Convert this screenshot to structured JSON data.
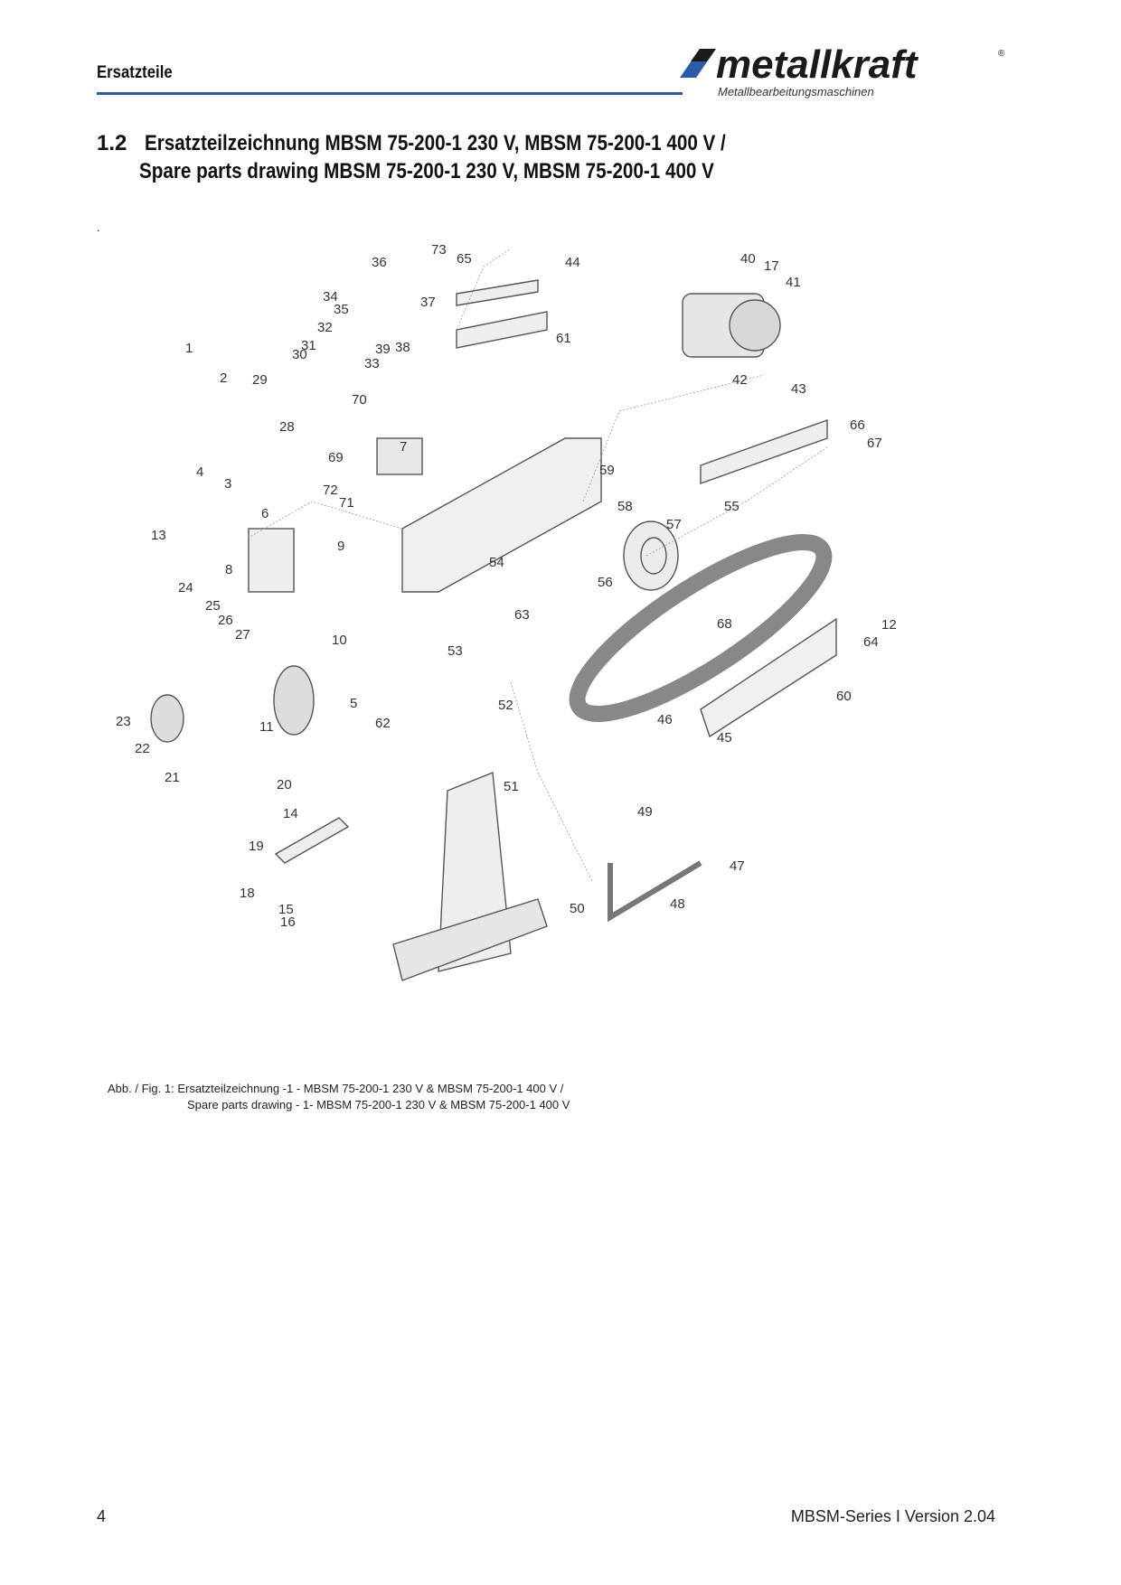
{
  "header": {
    "title": "Ersatzteile",
    "logo_text": "metallkraft",
    "logo_tagline": "Metallbearbeitungsmaschinen",
    "logo_mark": "®",
    "accent_color": "#2b5cab"
  },
  "section": {
    "number": "1.2",
    "title_line1": "Ersatzteilzeichnung MBSM 75-200-1 230 V, MBSM 75-200-1 400 V /",
    "title_line2": "Spare parts drawing MBSM 75-200-1 230 V, MBSM 75-200-1 400 V"
  },
  "stray_mark": ".",
  "drawing": {
    "labels": [
      "1",
      "2",
      "3",
      "4",
      "5",
      "6",
      "7",
      "8",
      "9",
      "10",
      "11",
      "12",
      "13",
      "14",
      "15",
      "16",
      "17",
      "18",
      "19",
      "20",
      "21",
      "22",
      "23",
      "24",
      "25",
      "26",
      "27",
      "28",
      "29",
      "30",
      "31",
      "32",
      "33",
      "34",
      "35",
      "36",
      "37",
      "38",
      "39",
      "40",
      "41",
      "42",
      "43",
      "44",
      "45",
      "46",
      "47",
      "48",
      "49",
      "50",
      "51",
      "52",
      "53",
      "54",
      "55",
      "56",
      "57",
      "58",
      "59",
      "60",
      "61",
      "62",
      "63",
      "64",
      "65",
      "66",
      "67",
      "68",
      "69",
      "70",
      "71",
      "72",
      "73"
    ]
  },
  "caption": {
    "line1": "Abb. / Fig. 1: Ersatzteilzeichnung -1 - MBSM 75-200-1 230 V & MBSM 75-200-1 400 V /",
    "line2": "Spare parts drawing - 1-  MBSM 75-200-1 230 V & MBSM 75-200-1 400 V"
  },
  "footer": {
    "page_number": "4",
    "version": "MBSM-Series I Version 2.04"
  }
}
